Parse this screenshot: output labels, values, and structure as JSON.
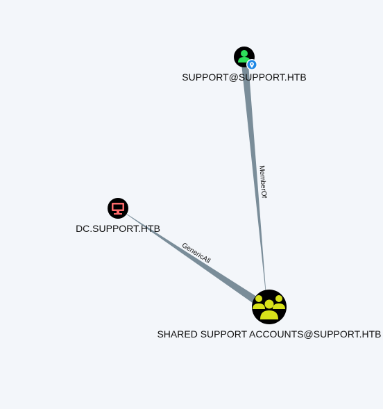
{
  "graph": {
    "nodes": {
      "user": {
        "label": "SUPPORT@SUPPORT.HTB",
        "type": "user",
        "icon": "user-icon",
        "badge_icon": "map-pin-icon",
        "icon_color": "#2ee05a",
        "badge_color": "#1e88e5"
      },
      "computer": {
        "label": "DC.SUPPORT.HTB",
        "type": "computer",
        "icon": "monitor-icon",
        "icon_color": "#ff6b6b"
      },
      "group": {
        "label": "SHARED SUPPORT ACCOUNTS@SUPPORT.HTB",
        "type": "group",
        "icon": "group-icon",
        "icon_color": "#d8e21a"
      }
    },
    "edges": {
      "member_of": {
        "label": "MemberOf",
        "source": "user",
        "target": "group"
      },
      "generic_all": {
        "label": "GenericAll",
        "source": "group",
        "target": "computer"
      }
    },
    "colors": {
      "background": "#f3f6fa",
      "edge": "#7a8d99",
      "node_fill": "#000000"
    }
  }
}
